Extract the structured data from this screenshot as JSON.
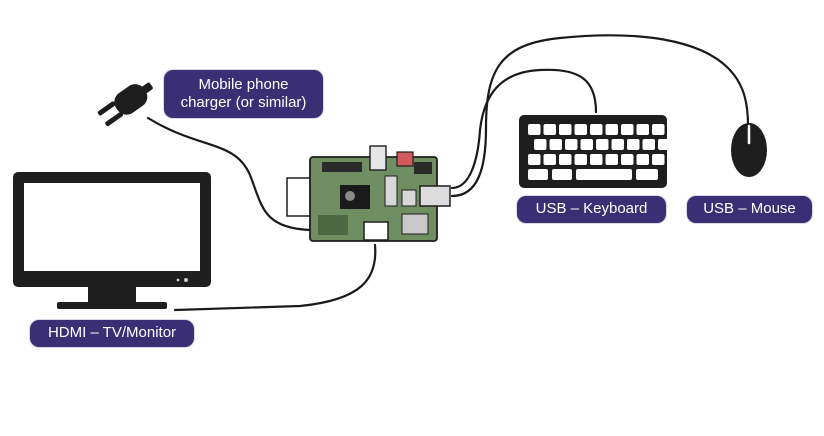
{
  "labels": {
    "charger_line1": "Mobile phone",
    "charger_line2": "charger (or similar)",
    "keyboard": "USB – Keyboard",
    "mouse": "USB – Mouse",
    "hdmi": "HDMI – TV/Monitor"
  },
  "colors": {
    "label_bg": "#3a2f75",
    "label_text": "#ffffff",
    "board_green": "#6f8f63",
    "device_dark": "#1e1e1e"
  },
  "icons": [
    "power-plug-icon",
    "monitor-icon",
    "keyboard-icon",
    "mouse-icon",
    "raspberry-pi-board-icon"
  ]
}
